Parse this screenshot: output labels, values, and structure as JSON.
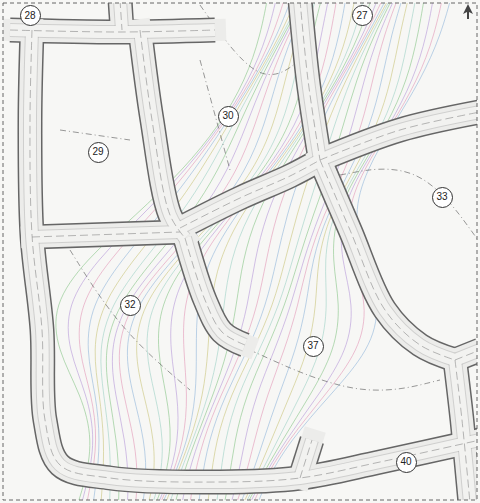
{
  "diagram": {
    "nodes": [
      {
        "text": [
          "28"
        ]
      },
      {
        "text": [
          "27"
        ]
      },
      {
        "text": [
          "30"
        ]
      },
      {
        "text": [
          "29"
        ]
      },
      {
        "text": [
          "33"
        ]
      },
      {
        "text": [
          "32"
        ]
      },
      {
        "text": [
          "37"
        ]
      },
      {
        "text": [
          "40"
        ]
      }
    ]
  }
}
